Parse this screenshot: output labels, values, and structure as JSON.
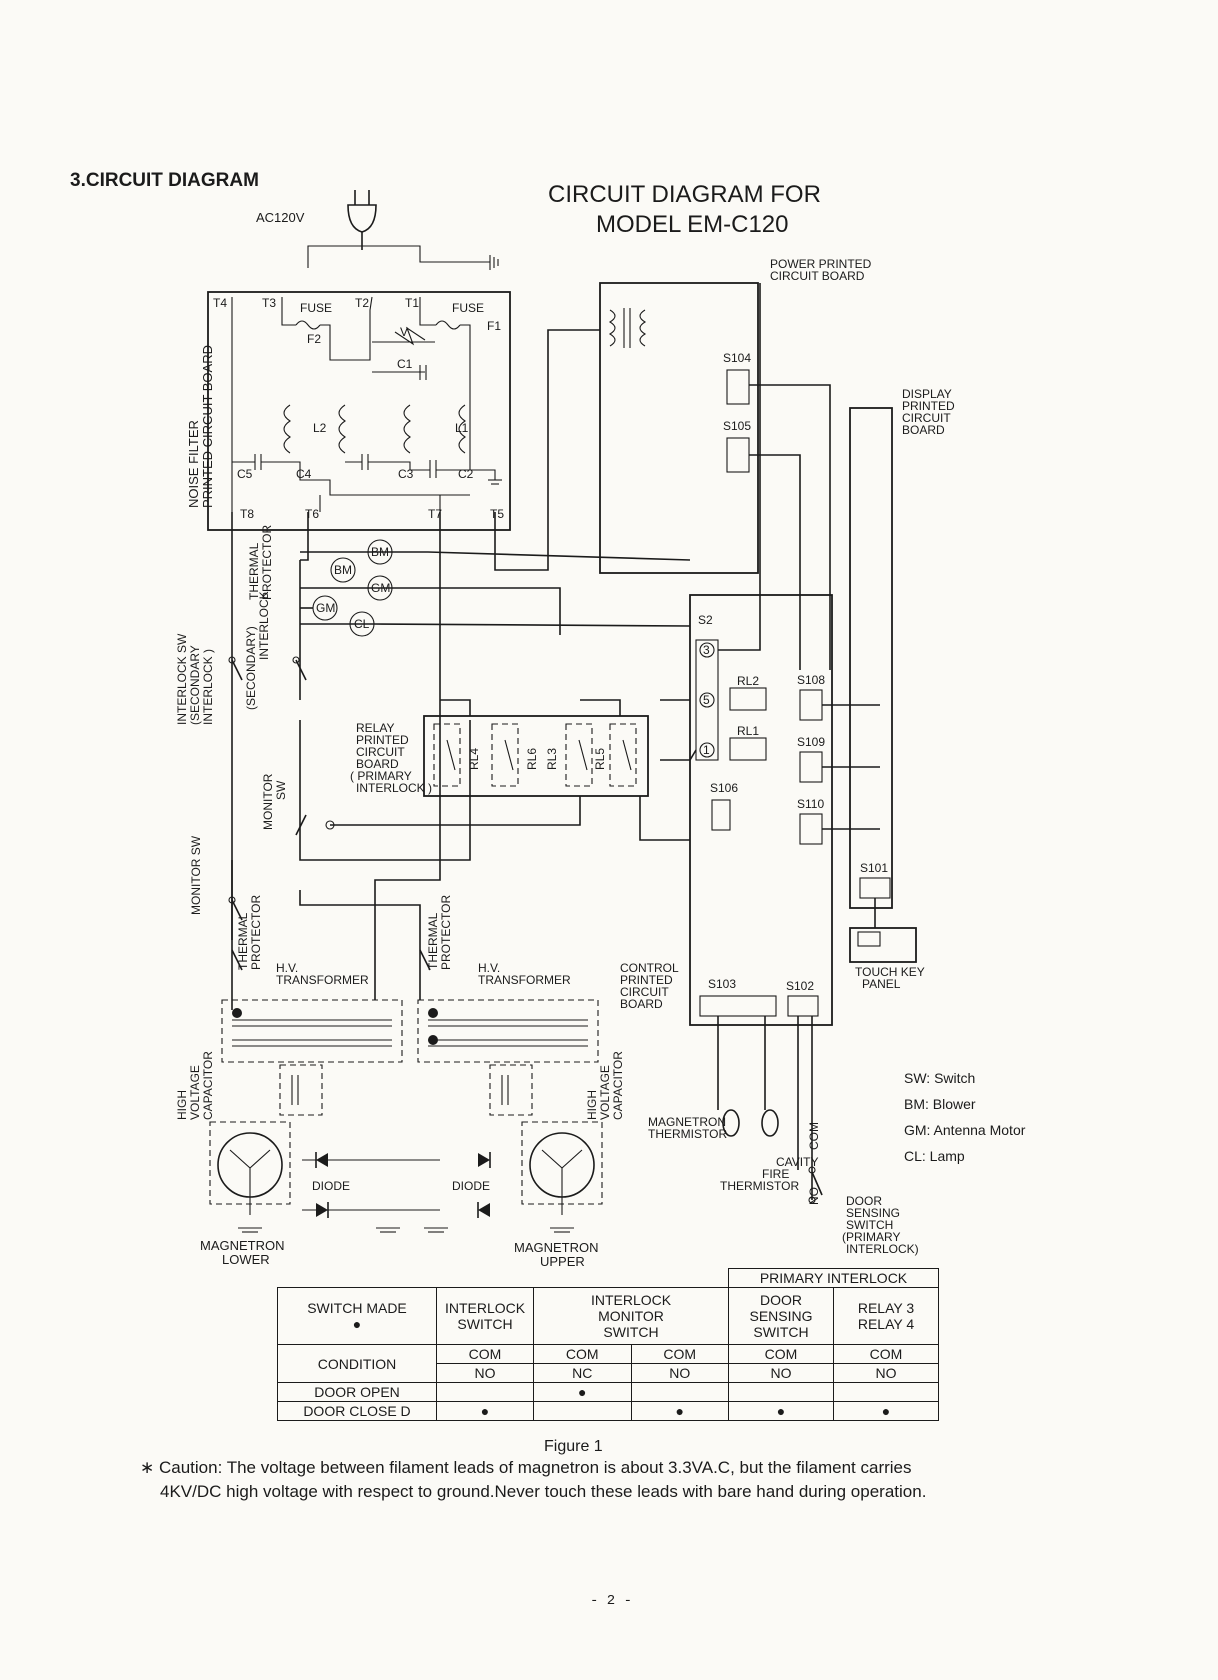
{
  "header": {
    "section_title": "3.CIRCUIT DIAGRAM",
    "title_line1": "CIRCUIT   DIAGRAM   FOR",
    "title_line2": "MODEL   EM-C120"
  },
  "labels": {
    "ac": "AC120V",
    "noise_filter": "NOISE FILTER",
    "noise_filter2": "PRINTED CIRCUIT BOARD",
    "power_pcb1": "POWER  PRINTED",
    "power_pcb2": "CIRCUIT  BOARD",
    "display1": "DISPLAY",
    "display2": "PRINTED",
    "display3": "CIRCUIT",
    "display4": "BOARD",
    "t4": "T4",
    "t3": "T3",
    "t2": "T2",
    "t1": "T1",
    "t8": "T8",
    "t6": "T6",
    "t7": "T7",
    "t5": "T5",
    "fuse": "FUSE",
    "f1": "F1",
    "f2": "F2",
    "v": "V",
    "c1": "C1",
    "l1": "L1",
    "l2": "L2",
    "c2": "C2",
    "c3": "C3",
    "c4": "C4",
    "c5": "C5",
    "s104": "S104",
    "s105": "S105",
    "s108": "S108",
    "s109": "S109",
    "s110": "S110",
    "s101": "S101",
    "s106": "S106",
    "s103": "S103",
    "s102": "S102",
    "s2": "S2",
    "rl1": "RL1",
    "rl2": "RL2",
    "rl3": "RL3",
    "rl4": "RL4",
    "rl5": "RL5",
    "rl6": "RL6",
    "bm": "BM",
    "gm": "GM",
    "cl": "CL",
    "thermal_protector1": "THERMAL",
    "thermal_protector2": "PROTECTOR",
    "sec_interlock1": "(SECONDARY)",
    "sec_interlock2": "INTERLOCK",
    "interlock_sw1": "INTERLOCK SW",
    "interlock_sw2": "(SECONDARY",
    "interlock_sw3": "INTERLOCK )",
    "relay_pcb1": "RELAY",
    "relay_pcb2": "PRINTED",
    "relay_pcb3": "CIRCUIT",
    "relay_pcb4": "BOARD",
    "relay_pcb5": "( PRIMARY",
    "relay_pcb6": "INTERLOCK )",
    "monitor_sw_a": "MONITOR",
    "monitor_sw_b": "SW",
    "monitor_sw": "MONITOR SW",
    "hv_transformer1": "H.V.",
    "hv_transformer2": "TRANSFORMER",
    "high_voltage": "HIGH",
    "voltage": "VOLTAGE",
    "capacitor": "CAPACITOR",
    "diode": "DIODE",
    "magnetron": "MAGNETRON",
    "lower": "LOWER",
    "upper": "UPPER",
    "control1": "CONTROL",
    "control2": "PRINTED",
    "control3": "CIRCUIT",
    "control4": "BOARD",
    "magnetron_thermistor1": "MAGNETRON",
    "magnetron_thermistor2": "THERMISTOR",
    "cavity1": "CAVITY",
    "cavity2": "FIRE",
    "cavity3": "THERMISTOR",
    "com": "COM",
    "no": "NO",
    "door1": "DOOR",
    "door2": "SENSING",
    "door3": "SWITCH",
    "door4": "(PRIMARY",
    "door5": "INTERLOCK)",
    "touch1": "TOUCH KEY",
    "touch2": "PANEL"
  },
  "legend": [
    "SW: Switch",
    "BM: Blower",
    "GM: Antenna Motor",
    "CL: Lamp"
  ],
  "table": {
    "primary_header": "PRIMARY  INTERLOCK",
    "switch_made": "SWITCH MADE",
    "col1": [
      "INTERLOCK",
      "SWITCH"
    ],
    "col2": [
      "INTERLOCK",
      "MONITOR",
      "SWITCH"
    ],
    "col3": [
      "DOOR",
      "SENSING",
      "SWITCH"
    ],
    "col4": [
      "RELAY 3",
      "RELAY 4"
    ],
    "condition": "CONDITION",
    "door_open": "DOOR OPEN",
    "door_closed": "DOOR CLOSE D",
    "com": "COM",
    "no": "NO",
    "nc": "NC"
  },
  "figure_caption": "Figure 1",
  "caution_line1": "∗ Caution: The voltage between filament leads of magnetron is about 3.3VA.C, but the filament carries",
  "caution_line2": "4KV/DC high voltage with respect to ground.Never touch these leads with bare hand during operation.",
  "page_number": "- 2 -"
}
